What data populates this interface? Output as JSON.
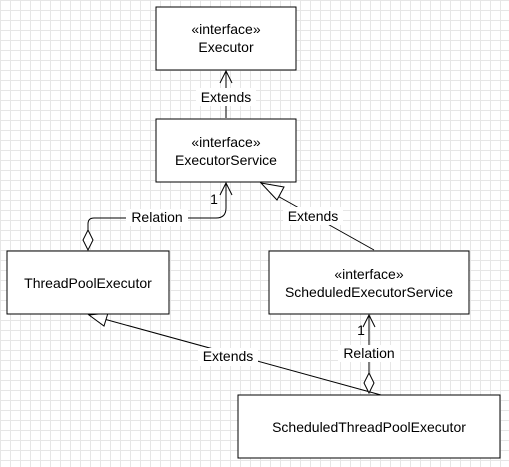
{
  "diagram": {
    "colors": {
      "stroke": "#000000",
      "fill": "#ffffff",
      "grid": "#e6e6e6"
    },
    "nodes": [
      {
        "id": "executor",
        "stereotype": "«interface»",
        "name": "Executor"
      },
      {
        "id": "executor-service",
        "stereotype": "«interface»",
        "name": "ExecutorService"
      },
      {
        "id": "thread-pool-executor",
        "stereotype": "",
        "name": "ThreadPoolExecutor"
      },
      {
        "id": "scheduled-executor-service",
        "stereotype": "«interface»",
        "name": "ScheduledExecutorService"
      },
      {
        "id": "scheduled-thread-pool-executor",
        "stereotype": "",
        "name": "ScheduledThreadPoolExecutor"
      }
    ],
    "edges": [
      {
        "id": "es-extends-executor",
        "from": "executor-service",
        "to": "executor",
        "type": "extends-open-arrow",
        "label": "Extends",
        "multiplicity": ""
      },
      {
        "id": "tpe-relation-es",
        "from": "thread-pool-executor",
        "to": "executor-service",
        "type": "aggregation",
        "label": "Relation",
        "multiplicity": "1"
      },
      {
        "id": "ses-extends-es",
        "from": "scheduled-executor-service",
        "to": "executor-service",
        "type": "generalization",
        "label": "Extends",
        "multiplicity": ""
      },
      {
        "id": "stpe-extends-tpe",
        "from": "scheduled-thread-pool-executor",
        "to": "thread-pool-executor",
        "type": "generalization",
        "label": "Extends",
        "multiplicity": ""
      },
      {
        "id": "stpe-relation-ses",
        "from": "scheduled-thread-pool-executor",
        "to": "scheduled-executor-service",
        "type": "aggregation",
        "label": "Relation",
        "multiplicity": "1"
      }
    ]
  }
}
